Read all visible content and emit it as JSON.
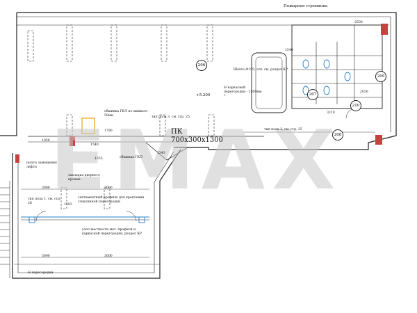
{
  "watermark": "EMAX",
  "rooms": [
    {
      "id": "r206",
      "label": "206"
    },
    {
      "id": "r207",
      "label": "207"
    },
    {
      "id": "r208",
      "label": "208"
    },
    {
      "id": "r209",
      "label": "209"
    },
    {
      "id": "r210",
      "label": "210"
    }
  ],
  "labels": {
    "fire_ladder": "Пожарная стремянка",
    "elevation": "+5.200",
    "shaft_note": "Шахта Ф159, отп. см. раздел КР",
    "frame_partition": "Н каркасной перегородки - 2500мм *",
    "gkl_cladding": "обшивка ГКЛ по минвате - 50мм",
    "floor_type_3": "тип пола 3, см. стр. 25",
    "floor_type_2": "тип пола 2, см. стр. 25",
    "pk_title": "ПК",
    "pk_size": "700х300х1300",
    "gkl_lining": "обшивка ГКЛ",
    "lift_shaft": "шахта замещения лифта",
    "door_block": "закладка дверного проема",
    "floor_type_1": "тип пола 1, см. стр. 26",
    "sept_profile": "септаментный профиль для крепления стеклянной перегородки",
    "stiffness_node": "узел жесткости мет. профиля и каркасной перегородки, раздел КР",
    "h_partition": "Н перегородки",
    "dims": [
      "2500",
      "1790",
      "3210",
      "2050",
      "1540",
      "1050",
      "3000",
      "3000",
      "1343",
      "1593",
      "3000",
      "3000",
      "1255",
      "1540"
    ]
  }
}
